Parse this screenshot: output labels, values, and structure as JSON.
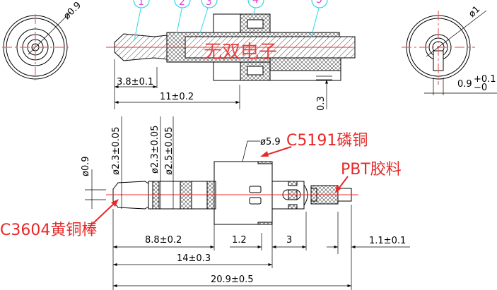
{
  "drawing": {
    "watermark": "无双电子",
    "callouts": [
      "1",
      "2",
      "3",
      "4",
      "5"
    ],
    "front_view_left": {
      "diameter_label": "ø0.9"
    },
    "front_view_right": {
      "diameter_label": "ø1",
      "width_label": "0.9",
      "tol_plus": "+0.1",
      "tol_minus": "−0"
    },
    "section_view": {
      "dim_tip": "3.8±0.1",
      "dim_length": "11±0.2",
      "dim_gap": "0.3"
    },
    "side_view": {
      "dia_tip": "ø0.9",
      "dia_1": "ø2.3±0.05",
      "dia_2": "ø2.3±0.05",
      "dia_3": "ø2.5±0.05",
      "dia_body": "ø5.9",
      "dim_8_8": "8.8±0.2",
      "dim_1_2": "1.2",
      "dim_3": "3",
      "dim_1_1": "1.1±0.1",
      "dim_14": "14±0.3",
      "dim_total": "20.9±0.5"
    },
    "materials": {
      "body": "C5191磷铜",
      "insulator": "PBT胶料",
      "pin": "C3604黄铜棒"
    },
    "colors": {
      "annotation": "#e82828",
      "callout_circle": "#29d8e8",
      "callout_text": "#e23ce0"
    }
  }
}
